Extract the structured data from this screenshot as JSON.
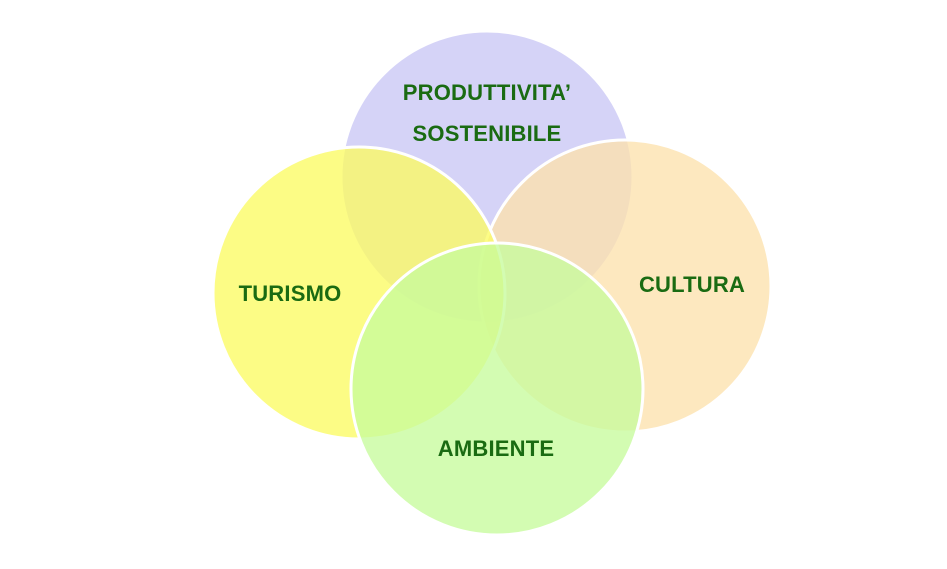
{
  "diagram": {
    "circles": [
      {
        "id": "produttivita",
        "lines": [
          "PRODUTTIVITA’",
          "SOSTENIBILE"
        ],
        "fill": "#c9c6f5"
      },
      {
        "id": "cultura",
        "lines": [
          "CULTURA"
        ],
        "fill": "#fde2ad"
      },
      {
        "id": "turismo",
        "lines": [
          "TURISMO"
        ],
        "fill": "#fbfb63"
      },
      {
        "id": "ambiente",
        "lines": [
          "AMBIENTE"
        ],
        "fill": "#c6fb9c"
      }
    ],
    "label_color": "#1a6b12",
    "stroke_color": "#ffffff"
  }
}
